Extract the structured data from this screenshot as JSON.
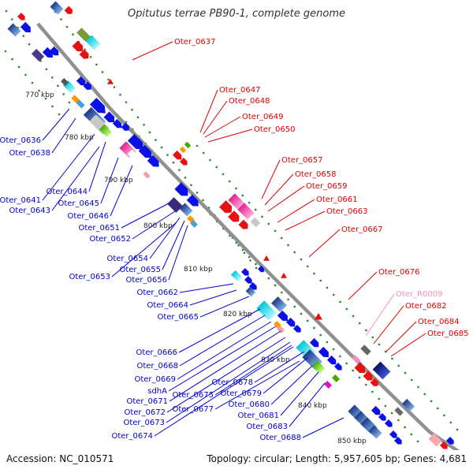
{
  "title": "Opitutus terrae PB90-1, complete genome",
  "footer": {
    "accession": "Accession: NC_010571",
    "stats": "Topology: circular; Length: 5,957,605 bp; Genes: 4,681"
  },
  "scale": [
    "770 kbp",
    "780 kbp",
    "790 kbp",
    "800 kbp",
    "810 kbp",
    "820 kbp",
    "830 kbp",
    "840 kbp",
    "850 kbp"
  ],
  "colors": {
    "forward_label": "#e00000",
    "reverse_label": "#0000d0",
    "rna_label": "#f090c0",
    "backbone": "#9a9a9a",
    "gc_dots": "#2a8a2a"
  },
  "right_labels": [
    "Oter_0637",
    "Oter_0647",
    "Oter_0648",
    "Oter_0649",
    "Oter_0650",
    "Oter_0657",
    "Oter_0658",
    "Oter_0659",
    "Oter_0661",
    "Oter_0663",
    "Oter_0667",
    "Oter_0676",
    "Oter_R0009",
    "Oter_0682",
    "Oter_0684",
    "Oter_0685"
  ],
  "left_labels": [
    "Oter_0636",
    "Oter_0638",
    "Oter_0641",
    "Oter_0644",
    "Oter_0643",
    "Oter_0645",
    "Oter_0646",
    "Oter_0651",
    "Oter_0652",
    "Oter_0654",
    "Oter_0655",
    "Oter_0653",
    "Oter_0656",
    "Oter_0662",
    "Oter_0664",
    "Oter_0665",
    "Oter_0666",
    "Oter_0668",
    "Oter_0669",
    "sdhA",
    "Oter_0671",
    "Oter_0675",
    "Oter_0678",
    "Oter_0679",
    "Oter_0672",
    "Oter_0677",
    "Oter_0680",
    "Oter_0673",
    "Oter_0681",
    "Oter_0674",
    "Oter_0683",
    "Oter_0688"
  ]
}
